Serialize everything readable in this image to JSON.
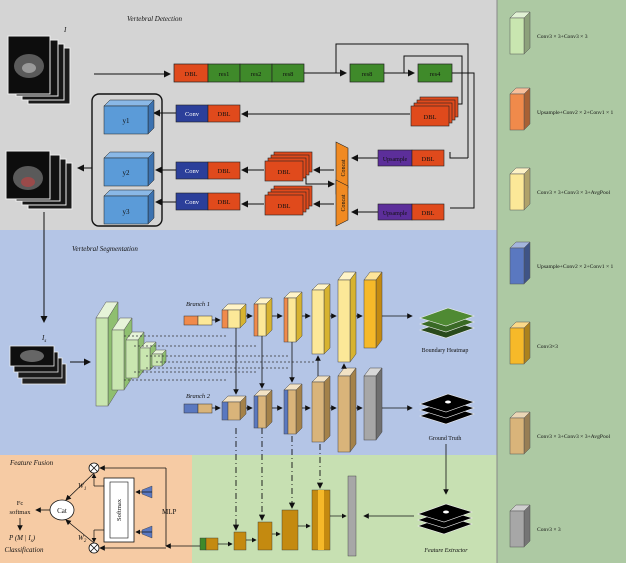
{
  "vertebral_detection": {
    "title": "Vertebral Detection",
    "input_label": "I",
    "backbone": [
      "DBL",
      "res1",
      "res2",
      "res8",
      "res8",
      "res4"
    ],
    "conv_label": "Conv",
    "dbl_label": "DBL",
    "concat_label": "Concat",
    "upsample_label": "Upsample",
    "outputs": [
      "y1",
      "y2",
      "y3"
    ]
  },
  "vertebral_segmentation": {
    "title": "Vertebral Segmentation",
    "input_label": "I",
    "input_sub": "s",
    "branch1": "Branch 1",
    "branch2": "Branch 2",
    "boundary_label": "Boundary Heatmap",
    "ground_truth_label": "Ground Truth"
  },
  "feature_fusion": {
    "title": "Feature Fusion",
    "cat": "Cat",
    "softmax": "Softmax",
    "mlp": "MLP",
    "w1": "W",
    "w1_sub": "1",
    "w2": "W",
    "w2_sub": "2",
    "fc": "Fc",
    "fc_softmax": "softmax",
    "prob_label": "P (M | I",
    "prob_sub": "s",
    "prob_end": ")",
    "classification": "Classification",
    "feature_extractor": "Feature Extractor"
  },
  "legend": [
    {
      "label": "Conv3 × 3+Conv3 × 3",
      "color": "#c9e6b0"
    },
    {
      "label": "Upsample+Conv2 × 2+Conv1 × 1",
      "color": "#f08a4b"
    },
    {
      "label": "Conv3 × 3+Conv3 × 3+AvgPool",
      "color": "#fce898"
    },
    {
      "label": "Upsample+Conv2 × 2+Conv1 × 1",
      "color": "#5a78c0"
    },
    {
      "label": "Conv3×3",
      "color": "#f6b929"
    },
    {
      "label": "Conv3 × 3+Conv3 × 3+AvgPool",
      "color": "#d9b47a"
    },
    {
      "label": "Conv3 × 3",
      "color": "#a7a7a7"
    }
  ],
  "colors": {
    "detection_bg": "#d4d4d4",
    "segmentation_bg": "#b4c5e6",
    "fusion_bg": "#f6cba4",
    "extractor_bg": "#c7e0b2",
    "legend_bg": "#adc9a3",
    "dbl": "#e04a1c",
    "res": "#3f8a2a",
    "conv": "#2b3f9a",
    "upsample": "#5c2e9a",
    "concat": "#f08a22",
    "out": "#5b9bd8"
  }
}
